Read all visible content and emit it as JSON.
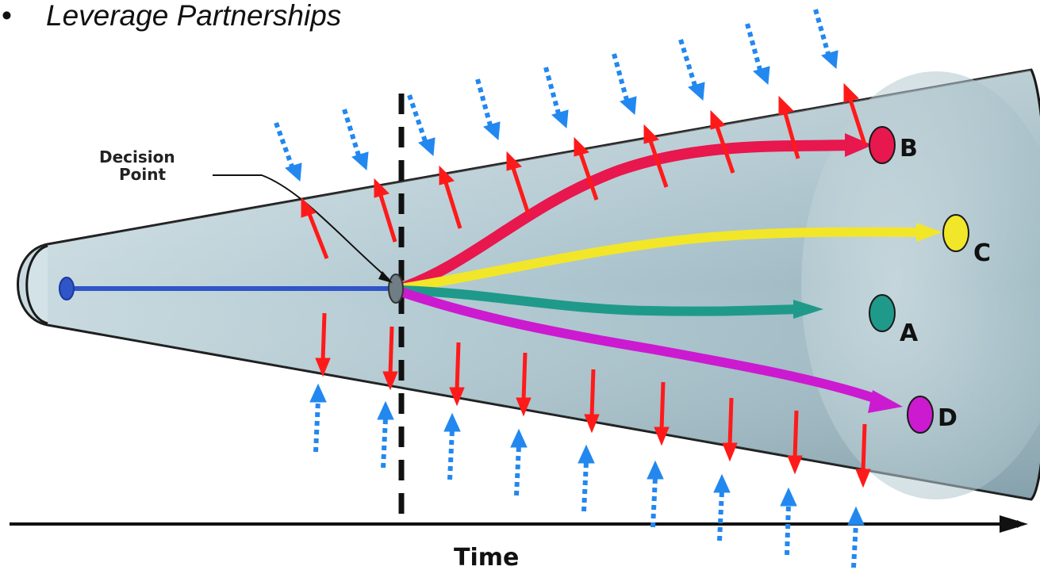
{
  "heading": {
    "bullet": "•",
    "text": "Leverage Partnerships"
  },
  "diagram": {
    "decision_point_label_line1": "Decision",
    "decision_point_label_line2": "Point",
    "time_label": "Time",
    "outcomes": [
      {
        "id": "B",
        "label": "B",
        "color": "#e8174e"
      },
      {
        "id": "C",
        "label": "C",
        "color": "#f2e629"
      },
      {
        "id": "A",
        "label": "A",
        "color": "#1f9a8a"
      },
      {
        "id": "D",
        "label": "D",
        "color": "#cc1ad0"
      }
    ],
    "colors": {
      "cone_fill": "#b9cfd6",
      "cone_stroke": "#1a1a1a",
      "current_path": "#2f55c8",
      "pressure_in": "#ff1a1a",
      "external_pressure": "#2288f0",
      "decision_line": "#111111"
    }
  }
}
